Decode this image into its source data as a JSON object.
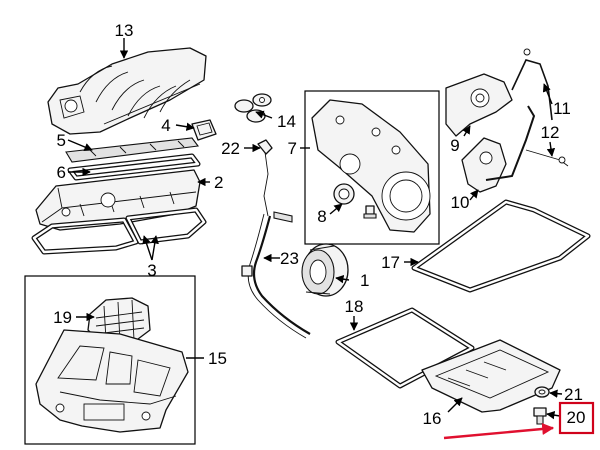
{
  "diagram": {
    "callouts": [
      {
        "id": "1"
      },
      {
        "id": "2"
      },
      {
        "id": "3"
      },
      {
        "id": "4"
      },
      {
        "id": "5"
      },
      {
        "id": "6"
      },
      {
        "id": "7"
      },
      {
        "id": "8"
      },
      {
        "id": "9"
      },
      {
        "id": "10"
      },
      {
        "id": "11"
      },
      {
        "id": "12"
      },
      {
        "id": "13"
      },
      {
        "id": "14"
      },
      {
        "id": "15"
      },
      {
        "id": "16"
      },
      {
        "id": "17"
      },
      {
        "id": "18"
      },
      {
        "id": "19"
      },
      {
        "id": "20"
      },
      {
        "id": "21"
      },
      {
        "id": "22"
      },
      {
        "id": "23"
      }
    ],
    "highlight": {
      "callout": "20",
      "color": "#d0021b",
      "arrow_color": "#e0102f"
    }
  }
}
